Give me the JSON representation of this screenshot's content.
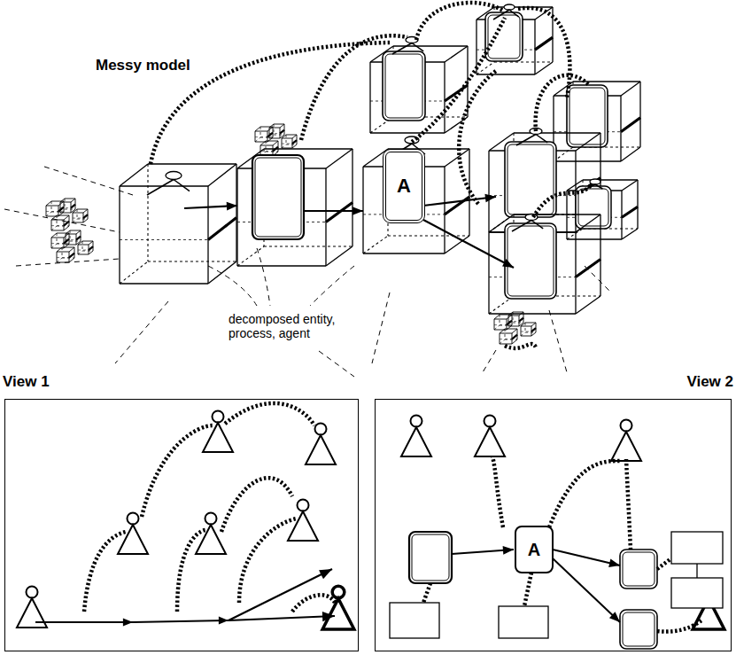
{
  "diagram": {
    "nodes": [
      {
        "text": [
          "A"
        ]
      },
      {
        "text": [
          "View 1"
        ]
      },
      {
        "text": [
          "View 2"
        ]
      },
      {
        "text": [
          "A"
        ],
        "in": 2
      }
    ],
    "labels": [
      "Messy model",
      "decomposed entity, process, agent"
    ]
  }
}
